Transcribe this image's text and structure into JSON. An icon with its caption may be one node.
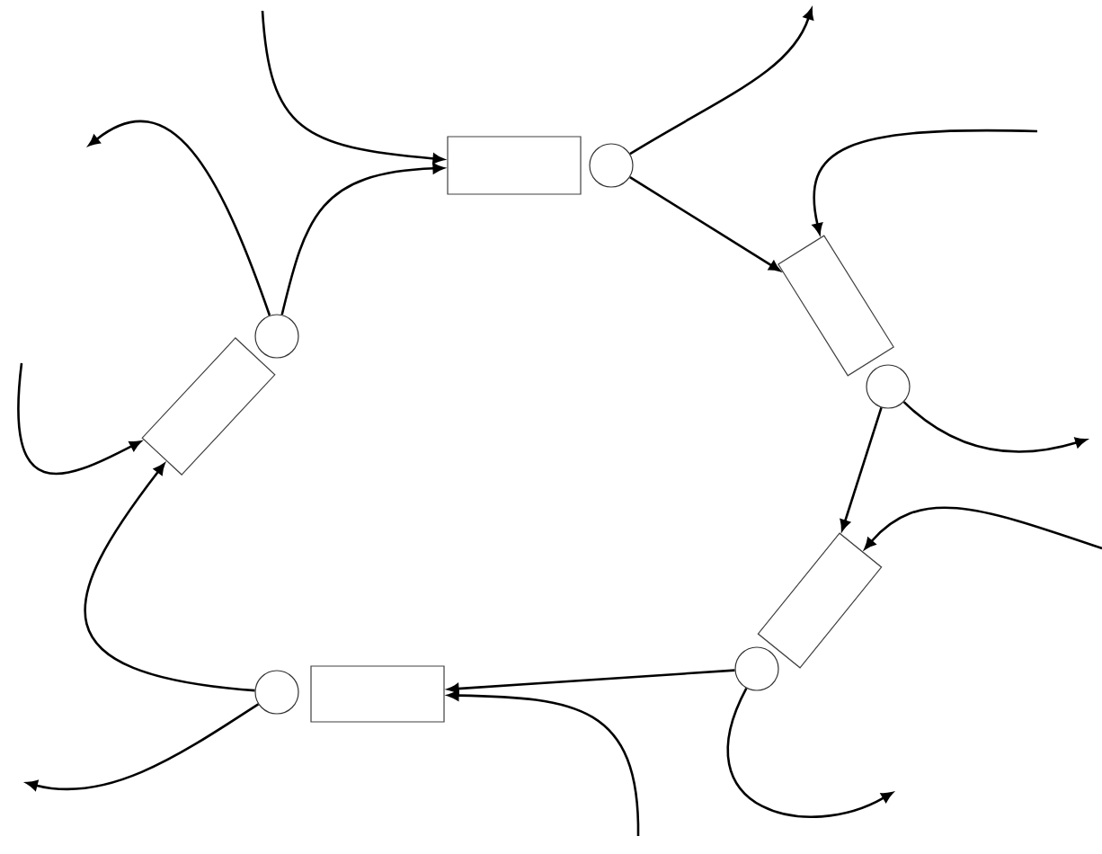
{
  "diagram": {
    "nodes": [
      {
        "text": [],
        "shape": "box"
      },
      {
        "text": [],
        "shape": "circle"
      },
      {
        "text": [],
        "shape": "box"
      },
      {
        "text": [],
        "shape": "circle"
      },
      {
        "text": [],
        "shape": "box"
      },
      {
        "text": [],
        "shape": "circle"
      },
      {
        "text": [],
        "shape": "box"
      },
      {
        "text": [],
        "shape": "circle"
      },
      {
        "text": [],
        "shape": "box"
      },
      {
        "text": [],
        "shape": "circle"
      }
    ],
    "edges": [
      {
        "from": null,
        "to": 0,
        "arrow": "to"
      },
      {
        "from": 9,
        "to": 0,
        "arrow": "to"
      },
      {
        "from": 9,
        "to": null,
        "arrow": "to"
      },
      {
        "from": 1,
        "to": null,
        "arrow": "to"
      },
      {
        "from": 1,
        "to": 2,
        "arrow": "to"
      },
      {
        "from": null,
        "to": 2,
        "arrow": "to"
      },
      {
        "from": null,
        "to": 8,
        "arrow": "to"
      },
      {
        "from": 3,
        "to": null,
        "arrow": "to"
      },
      {
        "from": 3,
        "to": 4,
        "arrow": "to"
      },
      {
        "from": null,
        "to": 4,
        "arrow": "to"
      },
      {
        "from": 5,
        "to": 6,
        "arrow": "to"
      },
      {
        "from": 5,
        "to": null,
        "arrow": "to"
      },
      {
        "from": null,
        "to": 6,
        "arrow": "to"
      },
      {
        "from": 7,
        "to": 8,
        "arrow": "to"
      },
      {
        "from": 7,
        "to": null,
        "arrow": "to"
      }
    ]
  }
}
